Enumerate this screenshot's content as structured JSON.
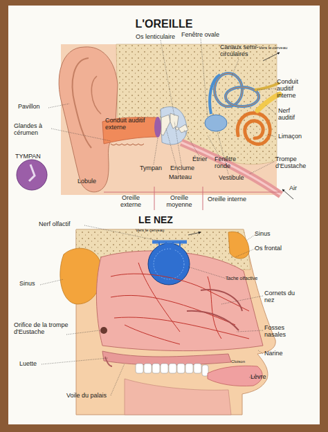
{
  "diagram": {
    "title": "L'OREILLE",
    "labels": [
      "Os lenticulaire",
      "Fenêtre ovale",
      "Canaux semi-circulaires",
      "Vers le cerveau",
      "Conduit auditif interne",
      "Nerf auditif",
      "Limaçon",
      "Trompe d'Eustache",
      "Air",
      "Vestibule",
      "Fenêtre ronde",
      "Étrier",
      "Enclume",
      "Marteau",
      "Tympan",
      "Conduit auditif externe",
      "Pavillon",
      "Glandes à cérumen",
      "TYMPAN",
      "Lobule",
      "Oreille externe",
      "Oreille moyenne",
      "Oreille interne",
      "LE NEZ",
      "Nerf olfactif",
      "Vers le cerveau",
      "Sinus",
      "Os frontal",
      "Sinus",
      "Tache olfactive",
      "Cornets du nez",
      "Fosses nasales",
      "Orifice de la trompe d'Eustache",
      "Narine",
      "Cloison",
      "Luette",
      "Lèvre",
      "Voile du palais"
    ]
  }
}
